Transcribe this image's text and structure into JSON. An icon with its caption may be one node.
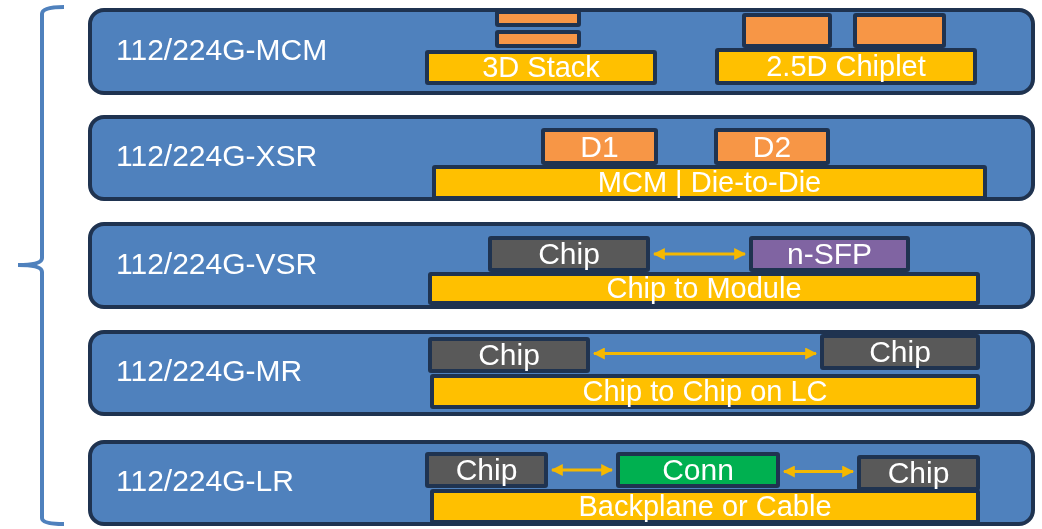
{
  "diagram": {
    "nodes": [
      {
        "text": [
          "112/224G-MCM"
        ]
      },
      {
        "text": [],
        "shape": "box",
        "in": 0
      },
      {
        "text": [],
        "shape": "box",
        "in": 0
      },
      {
        "text": [],
        "shape": "box",
        "in": 0
      },
      {
        "text": [],
        "shape": "box",
        "in": 0
      },
      {
        "text": [
          "3D Stack"
        ],
        "in": 0
      },
      {
        "text": [
          "2.5D Chiplet"
        ],
        "in": 0
      },
      {
        "text": [
          "112/224G-XSR"
        ]
      },
      {
        "text": [
          "D1"
        ],
        "in": 7
      },
      {
        "text": [
          "D2"
        ],
        "in": 7
      },
      {
        "text": [
          "MCM | Die-to-Die"
        ],
        "in": 7
      },
      {
        "text": [
          "112/224G-VSR"
        ]
      },
      {
        "text": [
          "Chip"
        ],
        "in": 11
      },
      {
        "text": [
          "n-SFP"
        ],
        "in": 11
      },
      {
        "text": [
          "Chip to Module"
        ],
        "in": 11
      },
      {
        "text": [
          "112/224G-MR"
        ]
      },
      {
        "text": [
          "Chip"
        ],
        "in": 15
      },
      {
        "text": [
          "Chip"
        ],
        "in": 15
      },
      {
        "text": [
          "Chip to Chip on LC"
        ],
        "in": 15
      },
      {
        "text": [
          "112/224G-LR"
        ]
      },
      {
        "text": [
          "Chip"
        ],
        "in": 19
      },
      {
        "text": [
          "Conn"
        ],
        "in": 19
      },
      {
        "text": [
          "Chip"
        ],
        "in": 19
      },
      {
        "text": [
          "Backplane or Cable"
        ],
        "in": 19
      }
    ],
    "edges": [
      {
        "from": 12,
        "to": 13,
        "arrow": "both"
      },
      {
        "from": 16,
        "to": 17,
        "arrow": "both"
      },
      {
        "from": 20,
        "to": 21,
        "arrow": "both"
      },
      {
        "from": 21,
        "to": 22,
        "arrow": "both"
      }
    ]
  }
}
